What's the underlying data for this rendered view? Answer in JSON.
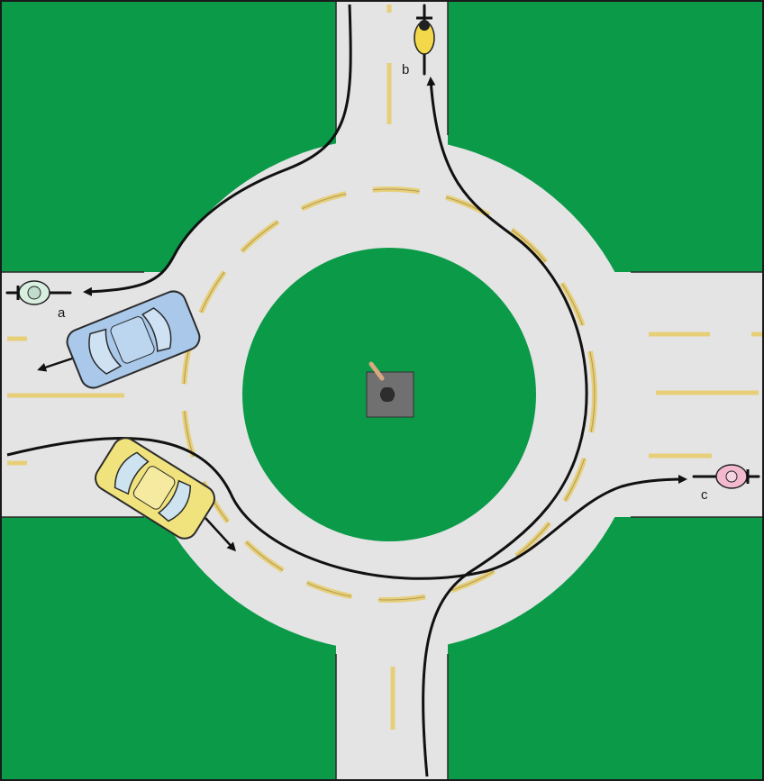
{
  "diagram": {
    "colors": {
      "grass": "#0a9a48",
      "road": "#e4e4e4",
      "road_edge": "#2a2a2a",
      "lane_marking": "#e7cf7a",
      "path_line": "#111111",
      "car_blue": "#a9c8ea",
      "car_yellow": "#f0e27c",
      "cyclist_a": "#d8efe0",
      "cyclist_b": "#f2d84a",
      "cyclist_c": "#f2b9cf",
      "statue_base": "#707070"
    },
    "labels": {
      "a": "a",
      "b": "b",
      "c": "c"
    }
  }
}
